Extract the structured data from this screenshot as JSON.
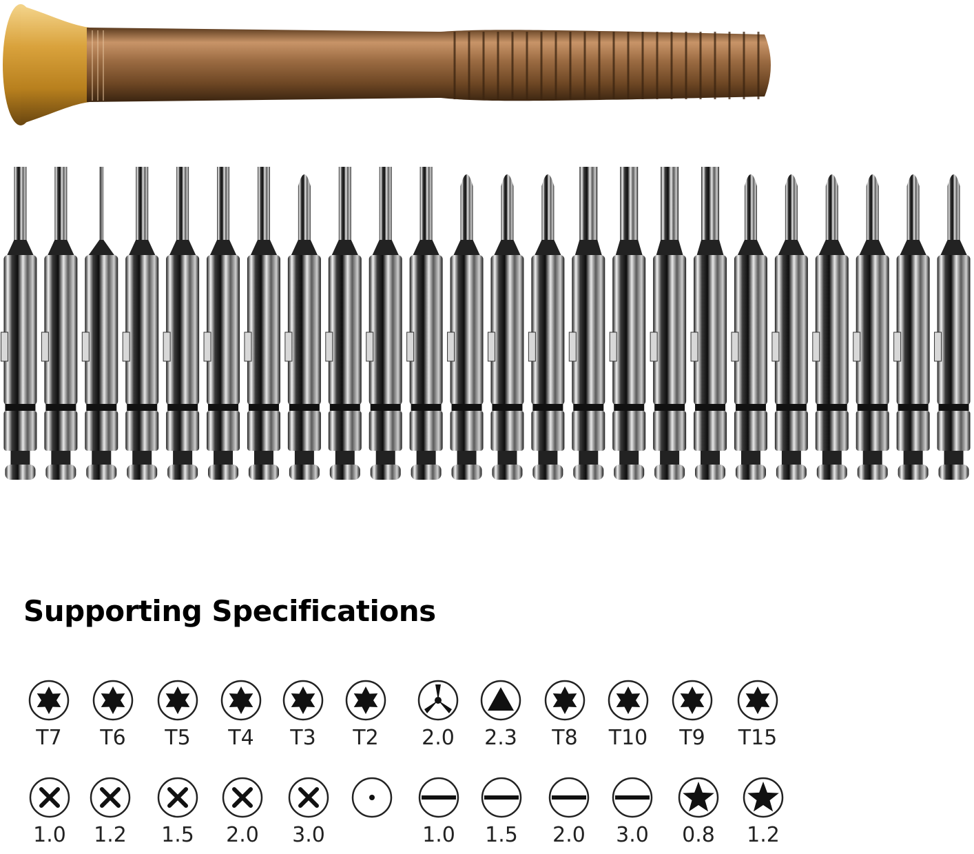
{
  "heading": "Supporting Specifications",
  "colors": {
    "handle_gold": "#c9a15a",
    "handle_bronze": "#8a5a2e",
    "steel": "#bfbfbf",
    "icon_fill": "#111111"
  },
  "bits": [
    {
      "tip": "flat"
    },
    {
      "tip": "torx"
    },
    {
      "tip": "pin"
    },
    {
      "tip": "torx"
    },
    {
      "tip": "torx"
    },
    {
      "tip": "torx"
    },
    {
      "tip": "torx"
    },
    {
      "tip": "phillips"
    },
    {
      "tip": "torx"
    },
    {
      "tip": "torx"
    },
    {
      "tip": "torx"
    },
    {
      "tip": "tri"
    },
    {
      "tip": "tri"
    },
    {
      "tip": "tri"
    },
    {
      "tip": "flat"
    },
    {
      "tip": "flat"
    },
    {
      "tip": "flat"
    },
    {
      "tip": "flat"
    },
    {
      "tip": "phillips"
    },
    {
      "tip": "phillips"
    },
    {
      "tip": "phillips"
    },
    {
      "tip": "phillips"
    },
    {
      "tip": "phillips"
    },
    {
      "tip": "phillips"
    }
  ],
  "specs_row1": [
    {
      "label": "T7",
      "icon": "torx-icon"
    },
    {
      "label": "T6",
      "icon": "torx-icon"
    },
    {
      "label": "T5",
      "icon": "torx-icon"
    },
    {
      "label": "T4",
      "icon": "torx-icon"
    },
    {
      "label": "T3",
      "icon": "torx-icon"
    },
    {
      "label": "T2",
      "icon": "torx-icon"
    },
    {
      "label": "2.0",
      "icon": "tri-wing-icon"
    },
    {
      "label": "2.3",
      "icon": "triangle-icon"
    },
    {
      "label": "T8",
      "icon": "torx-icon"
    },
    {
      "label": "T10",
      "icon": "torx-icon"
    },
    {
      "label": "T9",
      "icon": "torx-icon"
    },
    {
      "label": "T15",
      "icon": "torx-icon"
    }
  ],
  "specs_row2": [
    {
      "label": "1.0",
      "icon": "phillips-icon"
    },
    {
      "label": "1.2",
      "icon": "phillips-icon"
    },
    {
      "label": "1.5",
      "icon": "phillips-icon"
    },
    {
      "label": "2.0",
      "icon": "phillips-icon"
    },
    {
      "label": "3.0",
      "icon": "phillips-icon"
    },
    {
      "label": "",
      "icon": "pin-icon"
    },
    {
      "label": "1.0",
      "icon": "slotted-icon"
    },
    {
      "label": "1.5",
      "icon": "slotted-icon"
    },
    {
      "label": "2.0",
      "icon": "slotted-icon"
    },
    {
      "label": "3.0",
      "icon": "slotted-icon"
    },
    {
      "label": "0.8",
      "icon": "pentalobe-icon"
    },
    {
      "label": "1.2",
      "icon": "pentalobe-icon"
    }
  ]
}
